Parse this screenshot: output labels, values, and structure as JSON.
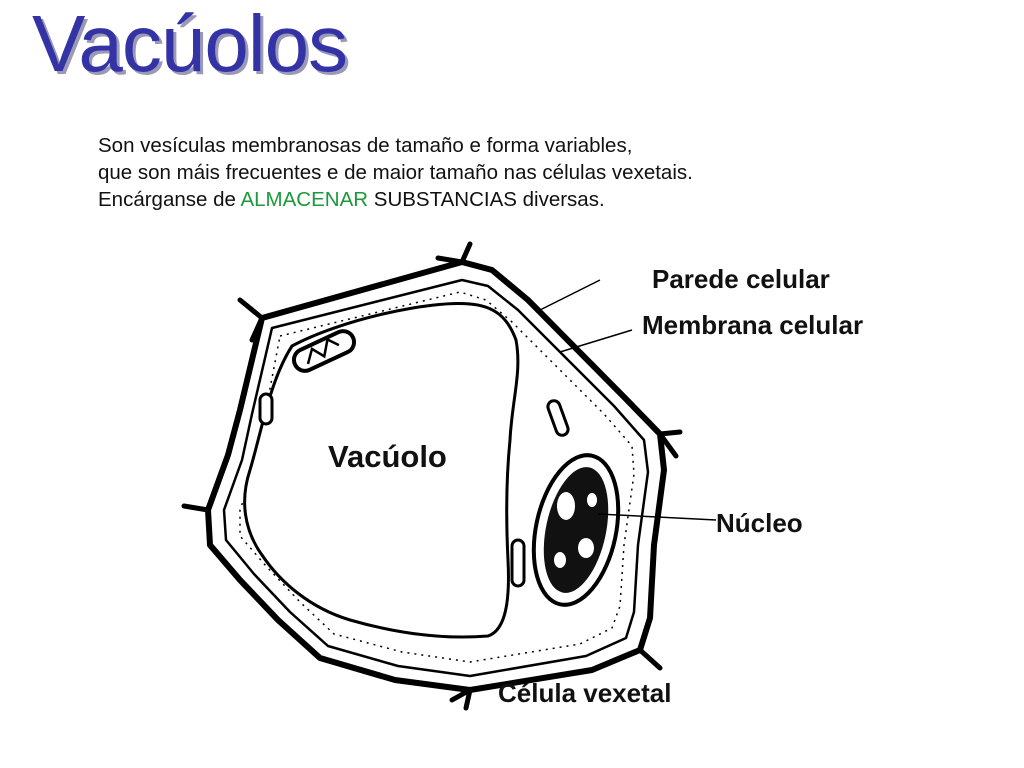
{
  "slide": {
    "title": "Vacúolos",
    "desc": {
      "line1": "Son vesículas membranosas de tamaño e forma variables,",
      "line2": "que son máis frecuentes e de maior tamaño nas células vexetais.",
      "line3_before": "Encárganse de ",
      "line3_highlight": "ALMACENAR",
      "line3_after": " SUBSTANCIAS diversas."
    },
    "accent_color": "#1a9a3a",
    "title_color": "#3333a6"
  },
  "diagram": {
    "labels": {
      "cell_wall": "Parede celular",
      "cell_membrane": "Membrana celular",
      "vacuole": "Vacúolo",
      "nucleus": "Núcleo",
      "plant_cell": "Célula vexetal"
    }
  }
}
